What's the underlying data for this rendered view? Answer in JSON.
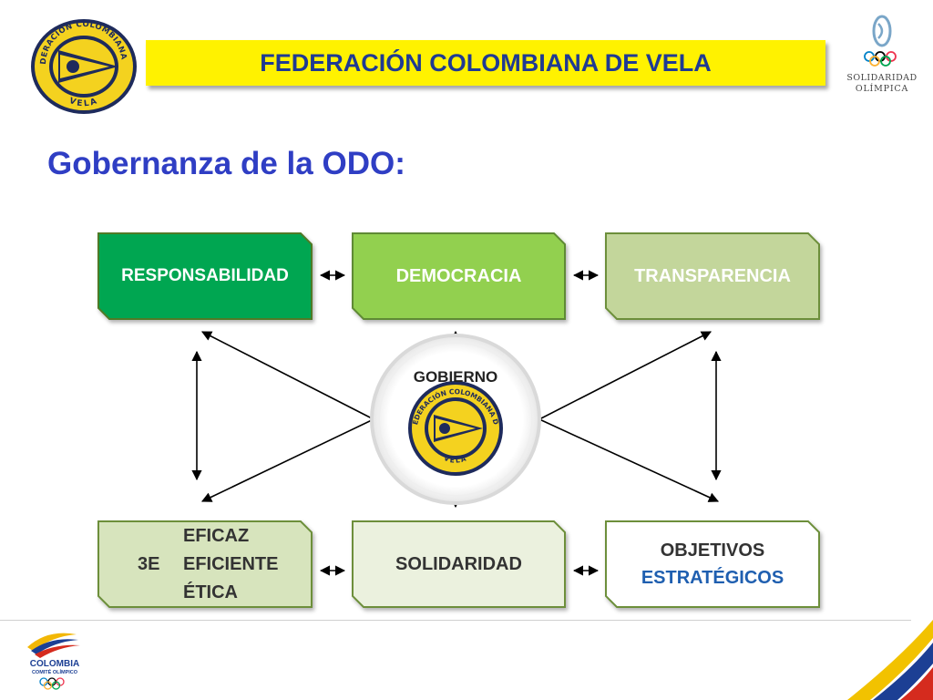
{
  "header": {
    "title": "FEDERACIÓN COLOMBIANA DE VELA",
    "logo_top_text": "FEDERACIÓN COLOMBIANA DE",
    "logo_bottom_text": "VELA",
    "olympic_line1": "SOLIDARIDAD",
    "olympic_line2": "OLÍMPICA"
  },
  "heading": "Gobernanza de la ODO:",
  "diagram": {
    "top_boxes": [
      "RESPONSABILIDAD",
      "DEMOCRACIA",
      "TRANSPARENCIA"
    ],
    "center_label": "GOBIERNO",
    "center_logo_top": "FEDERACIÓN COLOMBIANA DE",
    "center_logo_bottom": "VELA",
    "bottom_left": {
      "prefix": "3E",
      "lines": [
        "EFICAZ",
        "EFICIENTE",
        "ÉTICA"
      ]
    },
    "bottom_middle": "SOLIDARIDAD",
    "bottom_right": {
      "line1": "OBJETIVOS",
      "line2": "ESTRATÉGICOS"
    }
  },
  "footer": {
    "colombia_label": "COLOMBIA",
    "comite_label": "COMITÉ OLÍMPICO"
  },
  "colors": {
    "responsabilidad": "#00a651",
    "democracia": "#92d050",
    "transparencia": "#c3d69b",
    "light_box": "#d7e4bd",
    "lighter_box": "#ebf1de",
    "border": "#6d8f3a",
    "title_yellow": "#fff200",
    "navy": "#1f3a93"
  }
}
